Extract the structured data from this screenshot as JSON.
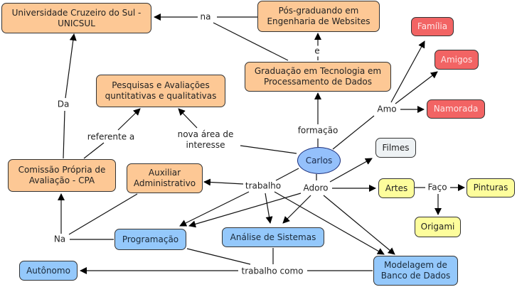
{
  "concepts": {
    "unicsul": "Universidade Cruzeiro do Sul -\nUNICSUL",
    "pos": "Pós-graduando em\nEngenharia de Websites",
    "familia": "Família",
    "amigos": "Amigos",
    "namorada": "Namorada",
    "graduacao": "Graduação em Tecnologia em\nProcessamento de Dados",
    "pesquisas": "Pesquisas e Avaliações\nquntitativas e qualitativas",
    "cpa": "Comissão Própria de\nAvaliação - CPA",
    "auxiliar": "Auxiliar\nAdministrativo",
    "carlos": "Carlos",
    "filmes": "Filmes",
    "artes": "Artes",
    "pinturas": "Pinturas",
    "origami": "Origami",
    "programacao": "Programação",
    "analise": "Análise de Sistemas",
    "autonomo": "Autônomo",
    "modelagem": "Modelagem de\nBanco de Dados"
  },
  "links": {
    "na": "na",
    "e": "e",
    "da": "Da",
    "referente": "referente a",
    "nova_area": "nova área de\ninteresse",
    "formacao": "formação",
    "amo": "Amo",
    "trabalho": "trabalho",
    "adoro": "Adoro",
    "faco": "Faço",
    "na2": "Na",
    "trabalho_como": "trabalho como"
  },
  "colors": {
    "institution": "#fdc895",
    "affection": "#f26464",
    "work": "#94c8fb",
    "hobby": "#fdfd9c",
    "neutral": "#eef2f4",
    "central": "#94c0fb"
  }
}
